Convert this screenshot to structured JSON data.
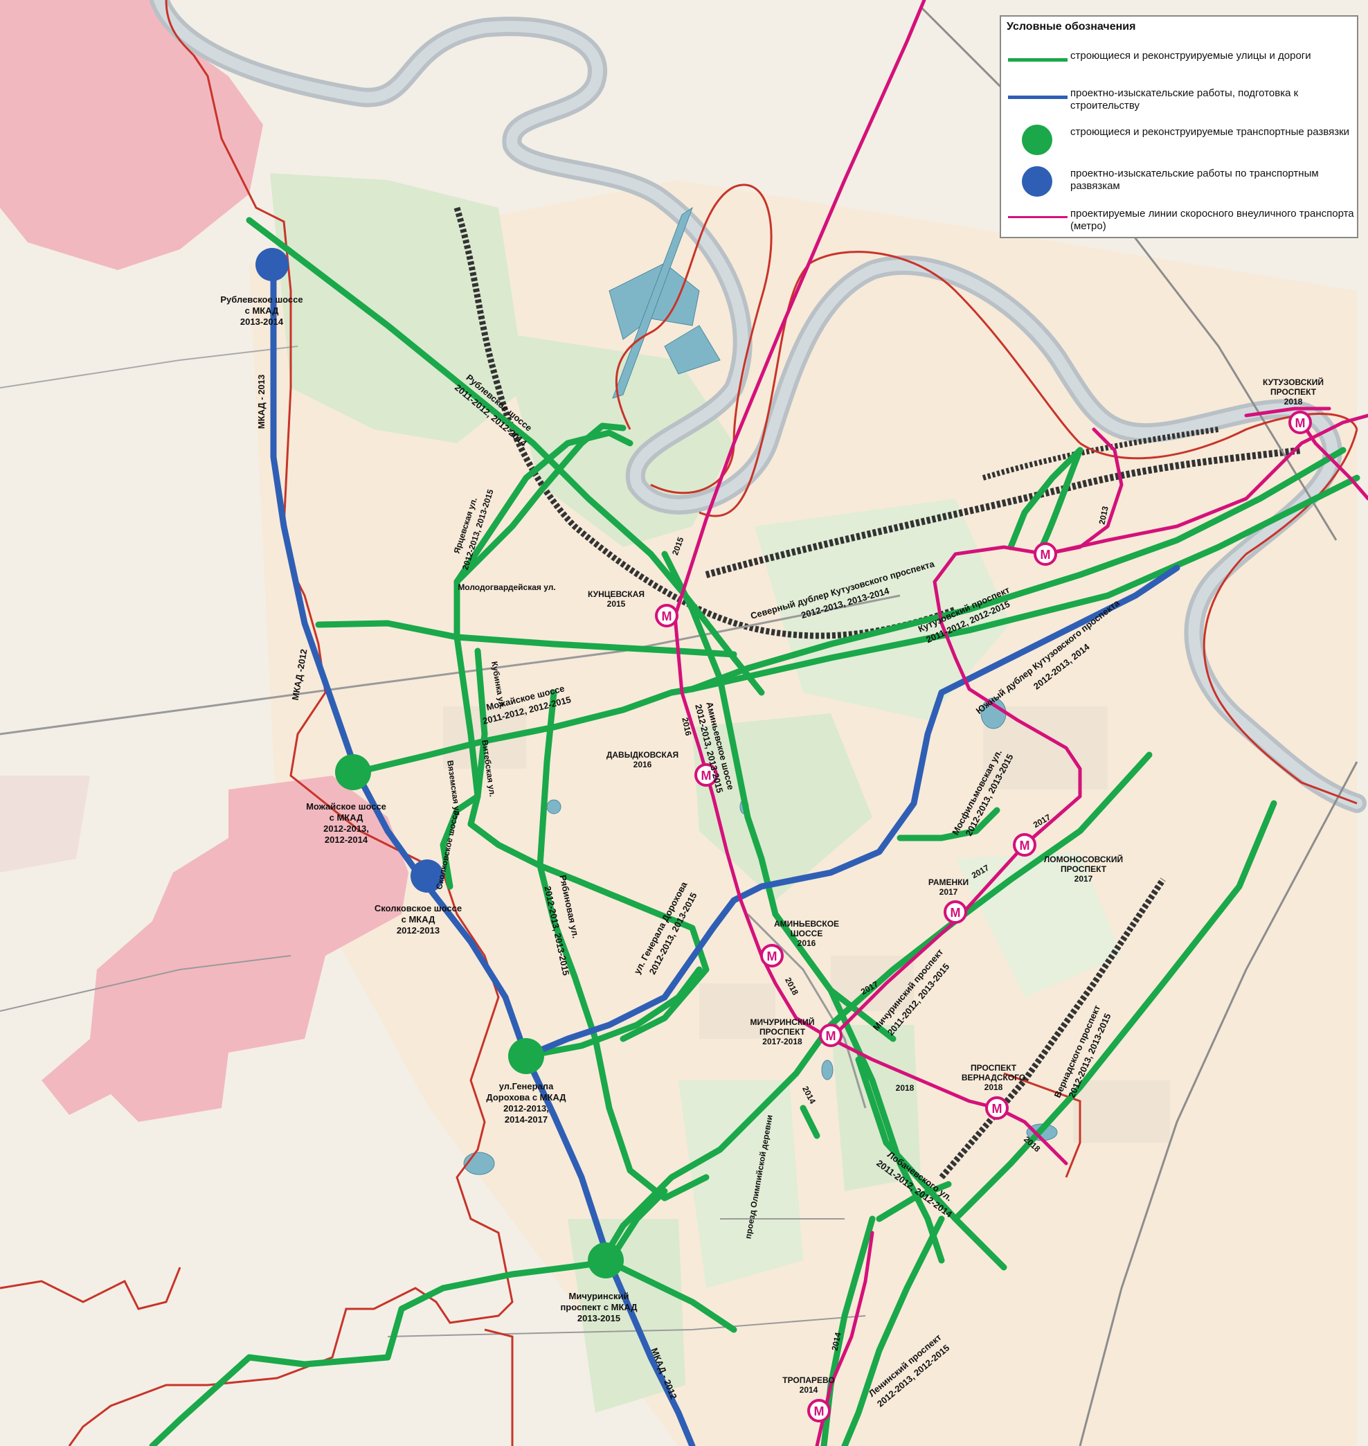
{
  "legend": {
    "title": "Условные обозначения",
    "items": [
      {
        "kind": "line",
        "color": "#1aa84a",
        "text": "строющиеся и реконструируемые улицы и дороги"
      },
      {
        "kind": "line",
        "color": "#2f5fb5",
        "text": "проектно-изыскательские работы, подготовка к строительству"
      },
      {
        "kind": "dot",
        "color": "#1aa84a",
        "text": "строющиеся и реконструируемые транспортные развязки"
      },
      {
        "kind": "dot",
        "color": "#2f5fb5",
        "text": "проектно-изыскательские работы по транспортным развязкам"
      },
      {
        "kind": "line",
        "color": "#d4117a",
        "text": "проектируемые линии скоросного внеуличного транспорта (метро)"
      }
    ]
  },
  "colors": {
    "road_green": "#1aa84a",
    "road_blue": "#2f5fb5",
    "metro": "#d4117a",
    "boundary": "#c8342a",
    "pink_zone": "#f2b8bf",
    "forest": "#dbe9cf",
    "water": "#7fb6c7"
  },
  "interchanges": {
    "rublevskoe": {
      "l1": "Рублевское шоссе",
      "l2": "с МКАД",
      "l3": "2013-2014"
    },
    "mozhayskoe": {
      "l1": "Можайское шоссе",
      "l2": "с МКАД",
      "l3": "2012-2013,",
      "l4": "2012-2014"
    },
    "skolkovskoe": {
      "l1": "Сколковское шоссе",
      "l2": "с МКАД",
      "l3": "2012-2013"
    },
    "dorokhova": {
      "l1": "ул.Генерала",
      "l2": "Дорохова с МКАД",
      "l3": "2012-2013,",
      "l4": "2014-2017"
    },
    "michurinsky": {
      "l1": "Мичуринский",
      "l2": "проспект с МКАД",
      "l3": "2013-2015"
    }
  },
  "stations": {
    "kuntsevskaya": {
      "l1": "КУНЦЕВСКАЯ",
      "l2": "2015"
    },
    "davydkovskaya": {
      "l1": "ДАВЫДКОВСКАЯ",
      "l2": "2016"
    },
    "aminevskoe": {
      "l1": "АМИНЬЕВСКОЕ",
      "l2": "ШОССЕ",
      "l3": "2016"
    },
    "michurinsky": {
      "l1": "МИЧУРИНСКИЙ",
      "l2": "ПРОСПЕКТ",
      "l3": "2017-2018"
    },
    "ramenki": {
      "l1": "РАМЕНКИ",
      "l2": "2017"
    },
    "lomonosovsky": {
      "l1": "ЛОМОНОСОВСКИЙ",
      "l2": "ПРОСПЕКТ",
      "l3": "2017"
    },
    "vernadskogo": {
      "l1": "ПРОСПЕКТ",
      "l2": "ВЕРНАДСКОГО",
      "l3": "2018"
    },
    "troparevo": {
      "l1": "ТРОПАРЕВО",
      "l2": "2014"
    },
    "kutuzovsky": {
      "l1": "КУТУЗОВСКИЙ",
      "l2": "ПРОСПЕКТ",
      "l3": "2018"
    }
  },
  "metro_symbol": "M",
  "roads": {
    "mkad_2013": "МКАД - 2013",
    "mkad_2012": "МКАД -2012",
    "mkad_2012_s": "МКАД - 2012",
    "rublevskoe_l1": "Рублевское шоссе",
    "rublevskoe_l2": "2011-2012, 2012-2014",
    "yartsevskaya_l1": "Ярцевская ул.",
    "yartsevskaya_l2": "2012-2013, 2013-2015",
    "molodogvardeyskaya": "Молодогвардейская ул.",
    "kubinka": "Кубинка ул.",
    "mozhayskoe_l1": "Можайское шоссе",
    "mozhayskoe_l2": "2011-2012, 2012-2015",
    "vyazemskaya": "Вяземская ул.",
    "bobrovskaya": "Витебская ул.",
    "skolkovskoe": "Сколковское шоссе",
    "ryabinovaya_l1": "Рябиновая ул.",
    "ryabinovaya_l2": "2012-2013, 2013-2015",
    "dorokhova_l1": "ул. Генерала Дорохова",
    "dorokhova_l2": "2012-2013, 2013-2015",
    "aminevskoe_l1": "Аминьевское шоссе",
    "aminevskoe_l2": "2012-2013, 2013-2015",
    "severny_l1": "Северный дублер Кутузовского проспекта",
    "severny_l2": "2012-2013, 2013-2014",
    "kutuzovsky_l1": "Кутузовский проспект",
    "kutuzovsky_l2": "2011-2012, 2012-2015",
    "yuzhny_l1": "Южный дублер Кутузовского проспекта",
    "yuzhny_l2": "2012-2013, 2014",
    "mosfilm_l1": "Мосфильмовская ул.",
    "mosfilm_l2": "2012-2013, 2013-2015",
    "michurinsky_l1": "Мичуринский проспект",
    "michurinsky_l2": "2011-2012, 2013-2015",
    "vernadskogo_l1": "Вернадского проспект",
    "vernadskogo_l2": "2012-2013, 2013-2015",
    "lobachevskogo_l1": "Лобачевского ул.",
    "lobachevskogo_l2": "2011-2012, 2012-2014",
    "leninsky_l1": "Ленинский проспект",
    "leninsky_l2": "2012-2013, 2012-2015",
    "olimpiyskaya": "проезд Олимпийской деревни",
    "y2015": "2015",
    "y2016": "2016",
    "y2013": "2013",
    "y2017a": "2017",
    "y2017b": "2017",
    "y2017c": "2017",
    "y2018a": "2018",
    "y2018b": "2018",
    "y2018c": "2018",
    "y2014a": "2014",
    "y2014b": "2014"
  }
}
